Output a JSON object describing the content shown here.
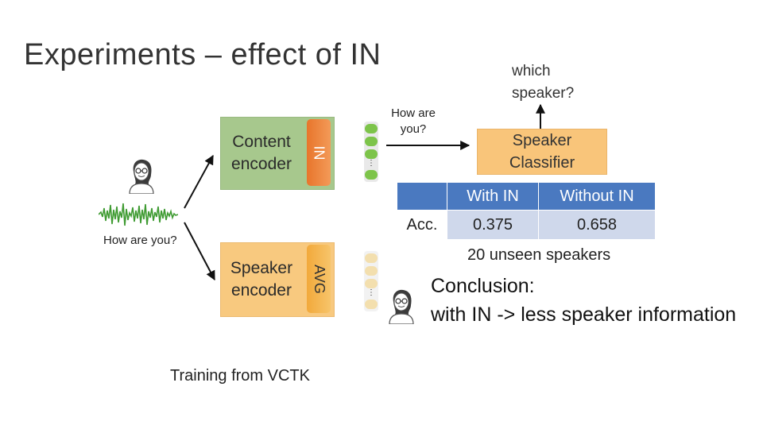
{
  "slide": {
    "title": "Experiments – effect of IN",
    "content_encoder": {
      "label": "Content encoder",
      "norm_label": "IN"
    },
    "speaker_encoder": {
      "label": "Speaker encoder",
      "pool_label": "AVG"
    },
    "input_caption": "How are you?",
    "output_caption": "How are you?",
    "question": "which speaker?",
    "classifier_label": "Speaker Classifier",
    "table": {
      "row_label": "Acc.",
      "headers": [
        "With IN",
        "Without IN"
      ],
      "values": [
        "0.375",
        "0.658"
      ]
    },
    "unseen_note": "20 unseen speakers",
    "conclusion": {
      "line1": "Conclusion:",
      "line2": "with IN -> less speaker information"
    },
    "training_note": "Training from VCTK"
  },
  "colors": {
    "content_box": "#a7c88d",
    "speaker_box": "#f8c97f",
    "in_bar": "#e8752b",
    "avg_bar": "#f2a93b",
    "table_header": "#4a79c0",
    "table_body": "#cfd8eb",
    "waveform": "#3f9b32",
    "content_vector": "#7dc44a",
    "speaker_vector": "#f3dfae"
  }
}
